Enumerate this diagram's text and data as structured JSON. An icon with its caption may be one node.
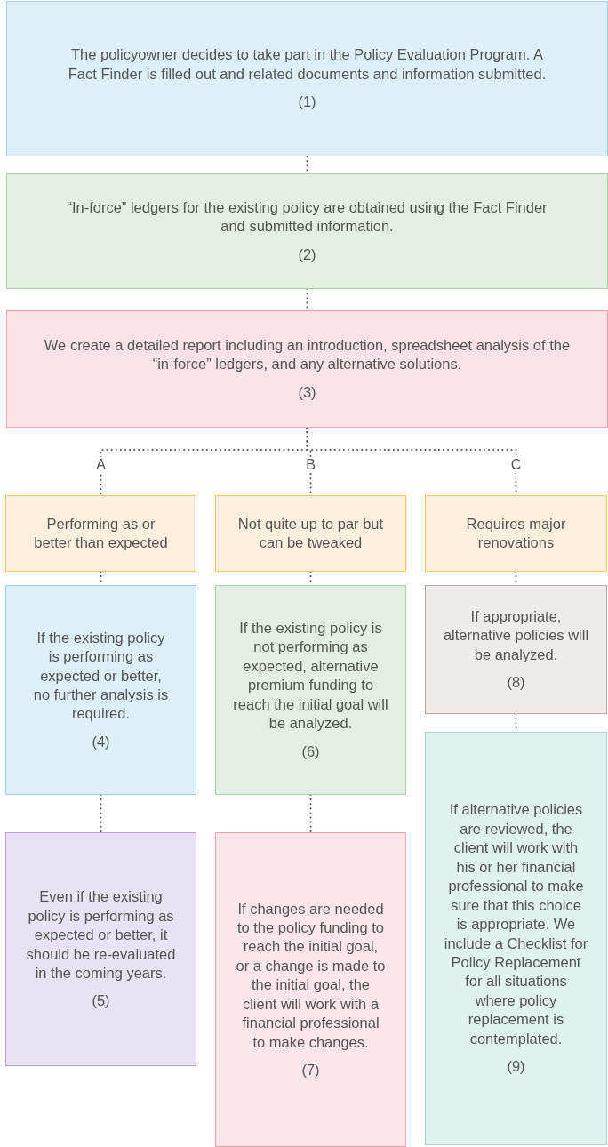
{
  "diagram": {
    "nodes": [
      {
        "text": [
          "The policyowner decides to take part in the Policy Evaluation Program. A Fact Finder is filled out and related documents and information submitted.",
          "(1)"
        ]
      },
      {
        "text": [
          "“In-force” ledgers for the existing policy are obtained using the Fact Finder and submitted information.",
          "(2)"
        ]
      },
      {
        "text": [
          "We create a detailed report including an introduction, spreadsheet analysis of the “in-force” ledgers, and any alternative solutions.",
          "(3)"
        ]
      },
      {
        "text": [
          "Performing as or better than expected"
        ]
      },
      {
        "text": [
          "Not quite up to par but can be tweaked"
        ]
      },
      {
        "text": [
          "Requires major renovations"
        ]
      },
      {
        "text": [
          "If the existing policy is performing as expected or better, no further analysis is required.",
          "(4)"
        ]
      },
      {
        "text": [
          "If the existing policy is not performing as expected, alternative premium funding to reach the initial goal will be analyzed.",
          "(6)"
        ]
      },
      {
        "text": [
          "If appropriate, alternative policies will be analyzed.",
          "(8)"
        ]
      },
      {
        "text": [
          "Even if the existing policy is performing as expected or better, it should be re-evaluated in the coming years.",
          "(5)"
        ]
      },
      {
        "text": [
          "If changes are needed to the policy funding to reach the initial goal, or a change is made to the initial goal, the client will work with a financial professional to make changes.",
          "(7)"
        ]
      },
      {
        "text": [
          "If alternative policies are reviewed, the client will work with his or her financial professional to make sure that this choice is appropriate. We include a Checklist for Policy Replacement for all situations where policy replacement is contemplated.",
          "(9)"
        ]
      }
    ],
    "edges": [
      {
        "from": 0,
        "to": 1,
        "arrow": "none"
      },
      {
        "from": 1,
        "to": 2,
        "arrow": "none"
      },
      {
        "from": 2,
        "to": 3,
        "arrow": "none",
        "label": "A"
      },
      {
        "from": 2,
        "to": 4,
        "arrow": "none",
        "label": "B"
      },
      {
        "from": 2,
        "to": 5,
        "arrow": "none",
        "label": "C"
      },
      {
        "from": 3,
        "to": 6,
        "arrow": "none"
      },
      {
        "from": 4,
        "to": 7,
        "arrow": "none"
      },
      {
        "from": 5,
        "to": 8,
        "arrow": "none"
      },
      {
        "from": 6,
        "to": 9,
        "arrow": "none"
      },
      {
        "from": 7,
        "to": 10,
        "arrow": "none"
      },
      {
        "from": 8,
        "to": 11,
        "arrow": "none"
      }
    ]
  }
}
